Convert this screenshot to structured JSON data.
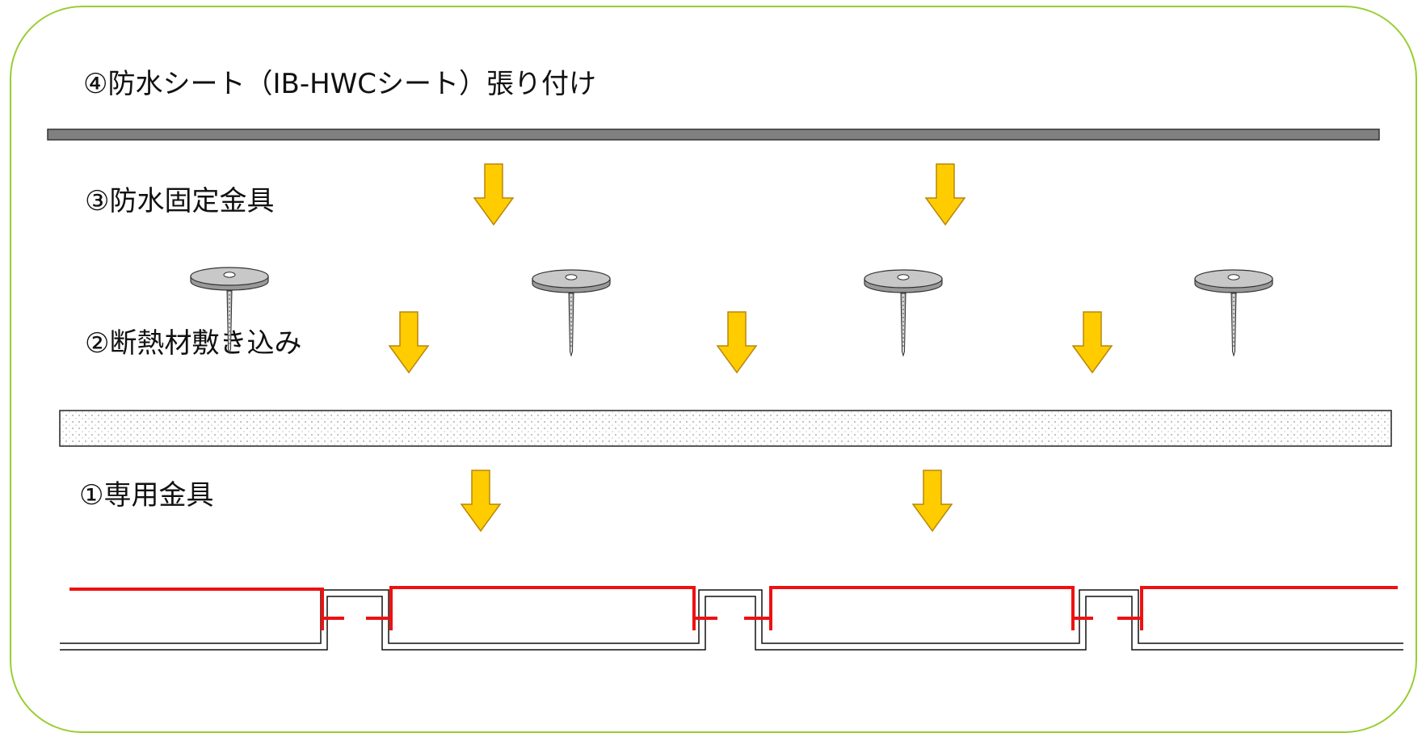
{
  "steps": {
    "sheet_label": "④防水シート（IB-HWCシート）張り付け",
    "fastener_label": "③防水固定金具",
    "insulation_label": "②断熱材敷き込み",
    "bracket_label": "①専用金具"
  },
  "colors": {
    "frame": "#9acd32",
    "sheet": "#808080",
    "arrow_fill": "#ffcc00",
    "arrow_stroke": "#b8860b",
    "bracket_red": "#ee1111",
    "insulation_dot": "#b0b0b0",
    "fastener_top": "#c8c8c8"
  }
}
